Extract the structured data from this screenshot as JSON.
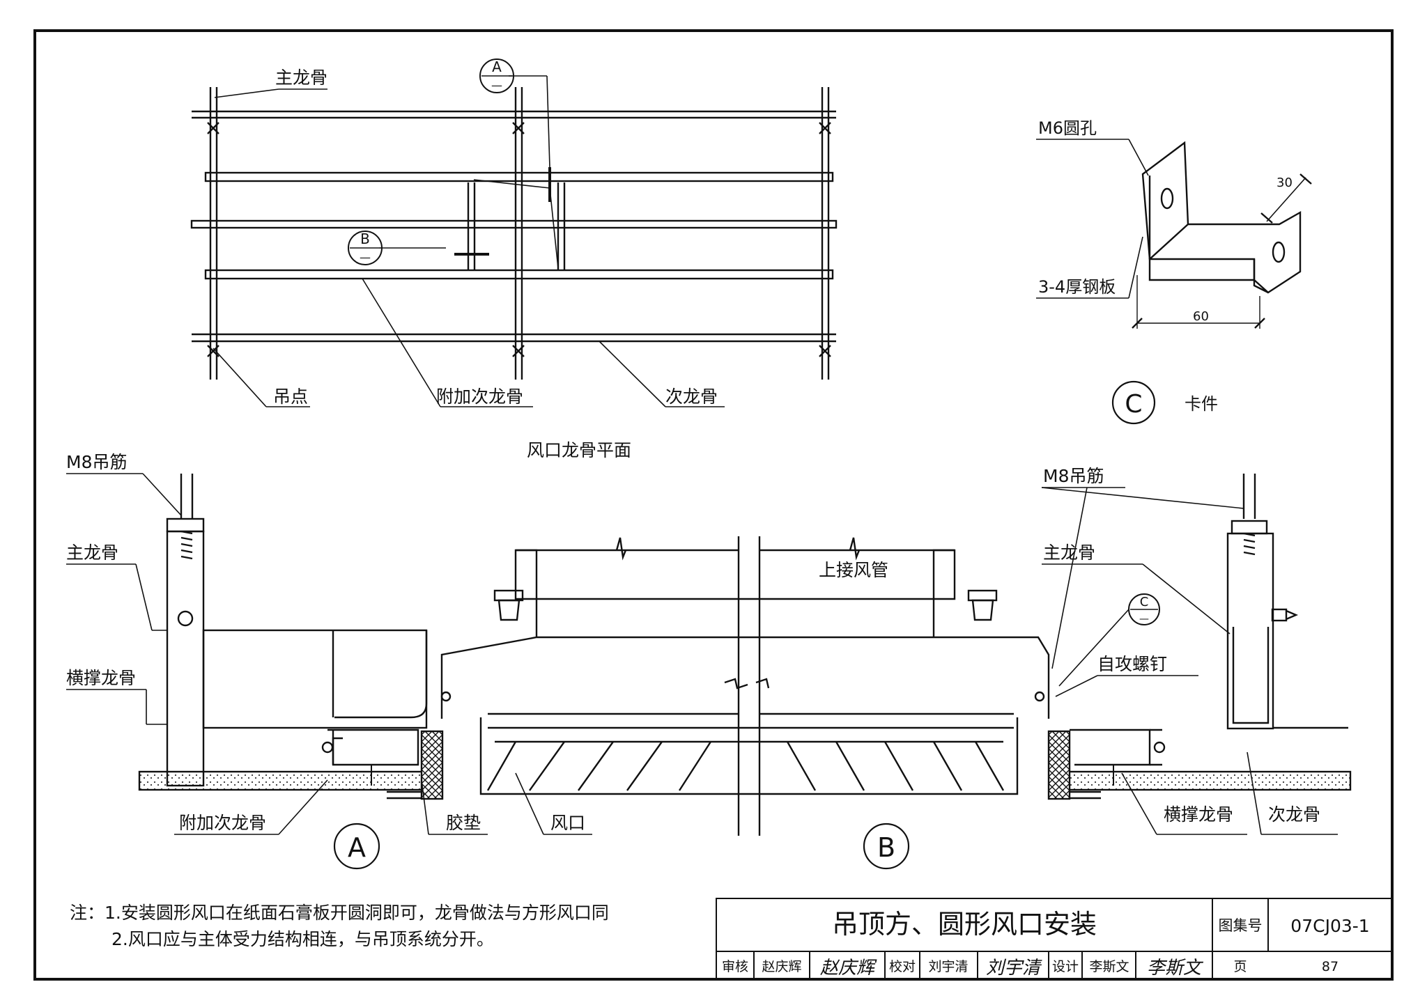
{
  "plan": {
    "caption": "风口龙骨平面",
    "labels": {
      "main_runner": "主龙骨",
      "hanger_point": "吊点",
      "additional_runner": "附加次龙骨",
      "secondary_runner": "次龙骨"
    },
    "section_marks": [
      {
        "letter": "A",
        "sub": "—"
      },
      {
        "letter": "B",
        "sub": "—"
      }
    ]
  },
  "detail_c": {
    "hole_label": "M6圆孔",
    "plate_label": "3-4厚钢板",
    "dim_top": "30",
    "dim_bottom": "60",
    "mark": "C",
    "title": "卡件"
  },
  "section": {
    "labels": {
      "rod_left": "M8吊筋",
      "main_left": "主龙骨",
      "cross_left": "横撑龙骨",
      "duct": "上接风管",
      "rod_right": "M8吊筋",
      "main_right": "主龙骨",
      "screw": "自攻螺钉",
      "add_runner": "附加次龙骨",
      "gasket": "胶垫",
      "vent": "风口",
      "cross_right": "横撑龙骨",
      "secondary_right": "次龙骨"
    },
    "marks": {
      "a": "A",
      "b": "B",
      "c": "C",
      "c_sub": "—"
    }
  },
  "notes": [
    "注：1.安装圆形风口在纸面石膏板开圆洞即可，龙骨做法与方形风口同",
    "2.风口应与主体受力结构相连，与吊顶系统分开。"
  ],
  "title_block": {
    "title": "吊顶方、圆形风口安装",
    "atlas_label": "图集号",
    "atlas_no": "07CJ03-1",
    "review_label": "审核",
    "reviewer": "赵庆辉",
    "check_label": "校对",
    "checker": "刘宇清",
    "design_label": "设计",
    "designer": "李斯文",
    "page_label": "页",
    "page_no": "87",
    "signatures": [
      "赵庆辉",
      "刘宇清",
      "李斯文"
    ]
  }
}
